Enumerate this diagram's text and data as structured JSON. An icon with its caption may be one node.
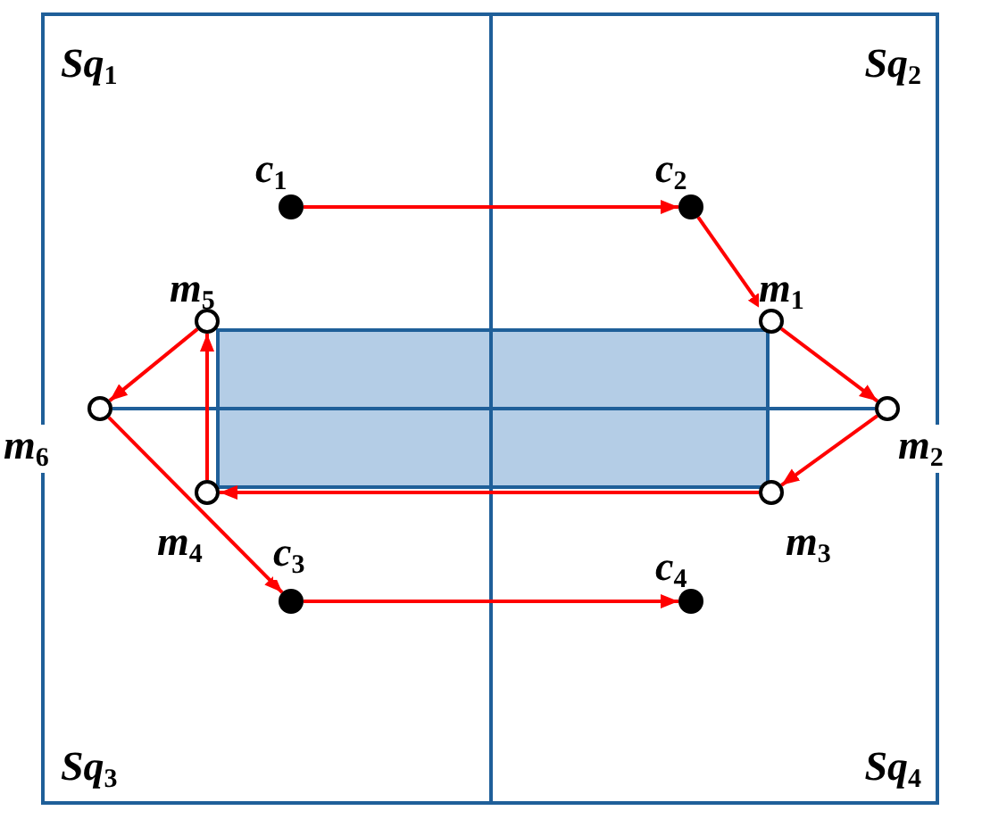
{
  "diagram": {
    "nodes": [
      {
        "text": [],
        "shape": "dot",
        "beside": [
          "c$_{1}$"
        ]
      },
      {
        "text": [],
        "shape": "dot",
        "beside": [
          "c$_{2}$"
        ]
      },
      {
        "text": [],
        "shape": "circle",
        "beside": [
          "m$_{5}$"
        ]
      },
      {
        "text": [],
        "shape": "circle",
        "beside": [
          "m$_{1}$"
        ]
      },
      {
        "text": [],
        "shape": "circle",
        "beside": [
          "m$_{6}$"
        ]
      },
      {
        "text": [],
        "shape": "box"
      },
      {
        "text": [],
        "shape": "circle",
        "beside": [
          "m$_{2}$"
        ]
      },
      {
        "text": [],
        "shape": "circle",
        "beside": [
          "m$_{4}$"
        ]
      },
      {
        "text": [],
        "shape": "circle",
        "beside": [
          "m$_{3}$"
        ]
      },
      {
        "text": [],
        "shape": "dot",
        "beside": [
          "c$_{3}$"
        ]
      },
      {
        "text": [],
        "shape": "dot",
        "beside": [
          "c$_{4}$"
        ]
      }
    ],
    "edges": [
      {
        "from": 0,
        "to": 1,
        "arrow": "to"
      },
      {
        "from": 1,
        "to": 3,
        "arrow": "to"
      },
      {
        "from": 3,
        "to": 6,
        "arrow": "to"
      },
      {
        "from": 6,
        "to": 8,
        "arrow": "to"
      },
      {
        "from": 8,
        "to": 7,
        "arrow": "to"
      },
      {
        "from": 7,
        "to": 2,
        "arrow": "to"
      },
      {
        "from": 2,
        "to": 4,
        "arrow": "to"
      },
      {
        "from": 4,
        "to": 9,
        "arrow": "to"
      },
      {
        "from": 9,
        "to": 10,
        "arrow": "to"
      }
    ],
    "labels": [
      "Sq$_{1}$",
      "Sq$_{2}$",
      "Sq$_{3}$",
      "Sq$_{4}$"
    ]
  }
}
